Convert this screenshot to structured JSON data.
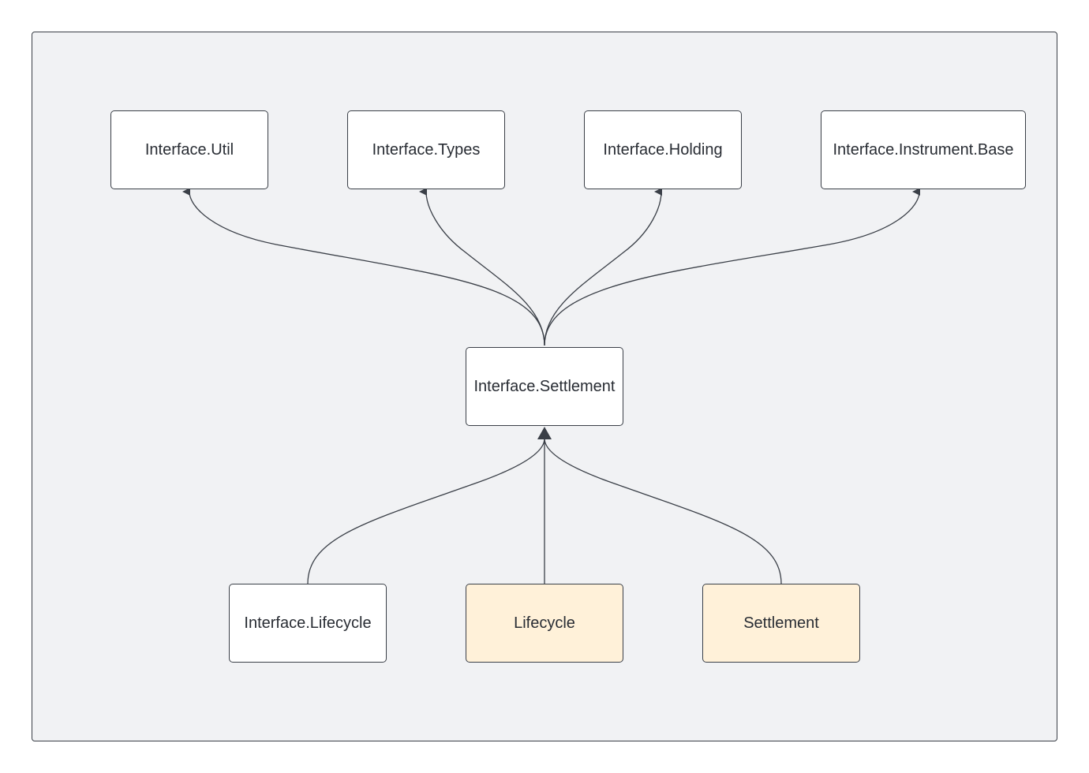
{
  "diagram": {
    "nodes": [
      {
        "id": "util",
        "label": "Interface.Util"
      },
      {
        "id": "types",
        "label": "Interface.Types"
      },
      {
        "id": "holding",
        "label": "Interface.Holding"
      },
      {
        "id": "instrument_base",
        "label": "Interface.Instrument.Base"
      },
      {
        "id": "settlement_iface",
        "label": "Interface.Settlement"
      },
      {
        "id": "lifecycle_iface",
        "label": "Interface.Lifecycle"
      },
      {
        "id": "lifecycle",
        "label": "Lifecycle"
      },
      {
        "id": "settlement",
        "label": "Settlement"
      }
    ],
    "edges": [
      {
        "from": "settlement_iface",
        "to": "util"
      },
      {
        "from": "settlement_iface",
        "to": "types"
      },
      {
        "from": "settlement_iface",
        "to": "holding"
      },
      {
        "from": "settlement_iface",
        "to": "instrument_base"
      },
      {
        "from": "lifecycle_iface",
        "to": "settlement_iface"
      },
      {
        "from": "lifecycle",
        "to": "settlement_iface"
      },
      {
        "from": "settlement",
        "to": "settlement_iface"
      }
    ],
    "colors": {
      "background": "#f1f2f4",
      "interface_fill": "#ffffff",
      "module_fill": "#fff1d9",
      "stroke": "#3a3f47",
      "text": "#282c33"
    }
  }
}
